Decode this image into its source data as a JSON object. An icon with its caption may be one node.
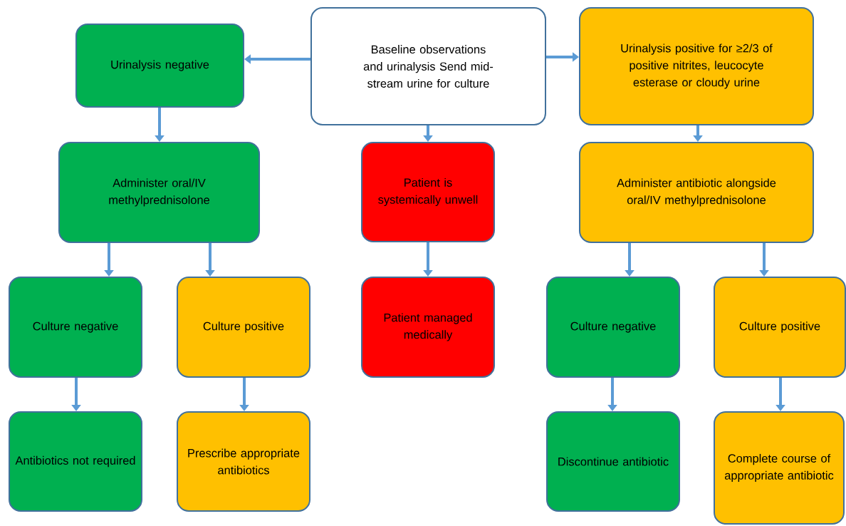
{
  "diagram": {
    "nodes": [
      {
        "text": [
          "Baseline observations and urinalysis Send mid-stream urine for culture"
        ]
      },
      {
        "text": [
          "Urinalysis negative"
        ]
      },
      {
        "text": [
          "Urinalysis positive for ≥2/3 of positive nitrites, leucocyte esterase or cloudy urine"
        ]
      },
      {
        "text": [
          "Administer oral/IV methylprednisolone"
        ]
      },
      {
        "text": [
          "Patient is systemically unwell"
        ]
      },
      {
        "text": [
          "Administer antibiotic alongside oral/IV methylprednisolone"
        ]
      },
      {
        "text": [
          "Culture negative"
        ]
      },
      {
        "text": [
          "Culture positive"
        ]
      },
      {
        "text": [
          "Patient managed medically"
        ]
      },
      {
        "text": [
          "Culture negative"
        ]
      },
      {
        "text": [
          "Culture positive"
        ]
      },
      {
        "text": [
          "Antibiotics not required"
        ]
      },
      {
        "text": [
          "Prescribe appropriate antibiotics"
        ]
      },
      {
        "text": [
          "Discontinue antibiotic"
        ]
      },
      {
        "text": [
          "Complete course of appropriate antibiotic"
        ]
      }
    ],
    "edges": [
      {
        "from": 0,
        "to": 1,
        "arrow": "to"
      },
      {
        "from": 0,
        "to": 2,
        "arrow": "to"
      },
      {
        "from": 0,
        "to": 4,
        "arrow": "to"
      },
      {
        "from": 1,
        "to": 3,
        "arrow": "to"
      },
      {
        "from": 2,
        "to": 5,
        "arrow": "to"
      },
      {
        "from": 3,
        "to": 6,
        "arrow": "to"
      },
      {
        "from": 3,
        "to": 7,
        "arrow": "to"
      },
      {
        "from": 4,
        "to": 8,
        "arrow": "to"
      },
      {
        "from": 5,
        "to": 9,
        "arrow": "to"
      },
      {
        "from": 5,
        "to": 10,
        "arrow": "to"
      },
      {
        "from": 6,
        "to": 11,
        "arrow": "to"
      },
      {
        "from": 7,
        "to": 12,
        "arrow": "to"
      },
      {
        "from": 9,
        "to": 13,
        "arrow": "to"
      },
      {
        "from": 10,
        "to": 14,
        "arrow": "to"
      }
    ]
  }
}
